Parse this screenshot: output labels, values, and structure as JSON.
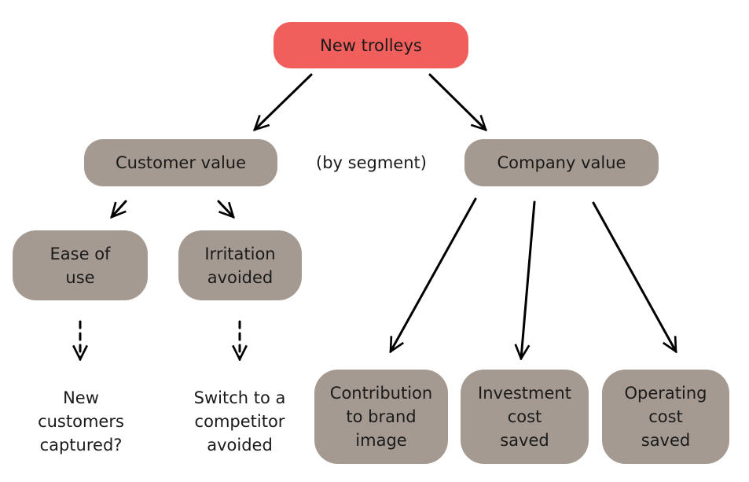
{
  "diagram": {
    "root": {
      "label": "New trolleys",
      "color": "#f05f5b"
    },
    "annotation": "(by segment)",
    "branches": {
      "customer": {
        "label": "Customer value",
        "children": [
          {
            "label": "Ease of\nuse",
            "outcome": "New\ncustomers\ncaptured?"
          },
          {
            "label": "Irritation\navoided",
            "outcome": "Switch to a\ncompetitor\navoided"
          }
        ]
      },
      "company": {
        "label": "Company value",
        "children": [
          {
            "label": "Contribution\nto brand\nimage"
          },
          {
            "label": "Investment\ncost\nsaved"
          },
          {
            "label": "Operating\ncost\nsaved"
          }
        ]
      }
    },
    "node_color": "#a59a91",
    "edges": [
      {
        "from": "New trolleys",
        "to": "Customer value",
        "style": "solid"
      },
      {
        "from": "New trolleys",
        "to": "Company value",
        "style": "solid"
      },
      {
        "from": "Customer value",
        "to": "Ease of use",
        "style": "solid"
      },
      {
        "from": "Customer value",
        "to": "Irritation avoided",
        "style": "solid"
      },
      {
        "from": "Ease of use",
        "to": "New customers captured?",
        "style": "dashed"
      },
      {
        "from": "Irritation avoided",
        "to": "Switch to a competitor avoided",
        "style": "dashed"
      },
      {
        "from": "Company value",
        "to": "Contribution to brand image",
        "style": "solid"
      },
      {
        "from": "Company value",
        "to": "Investment cost saved",
        "style": "solid"
      },
      {
        "from": "Company value",
        "to": "Operating cost saved",
        "style": "solid"
      }
    ]
  }
}
